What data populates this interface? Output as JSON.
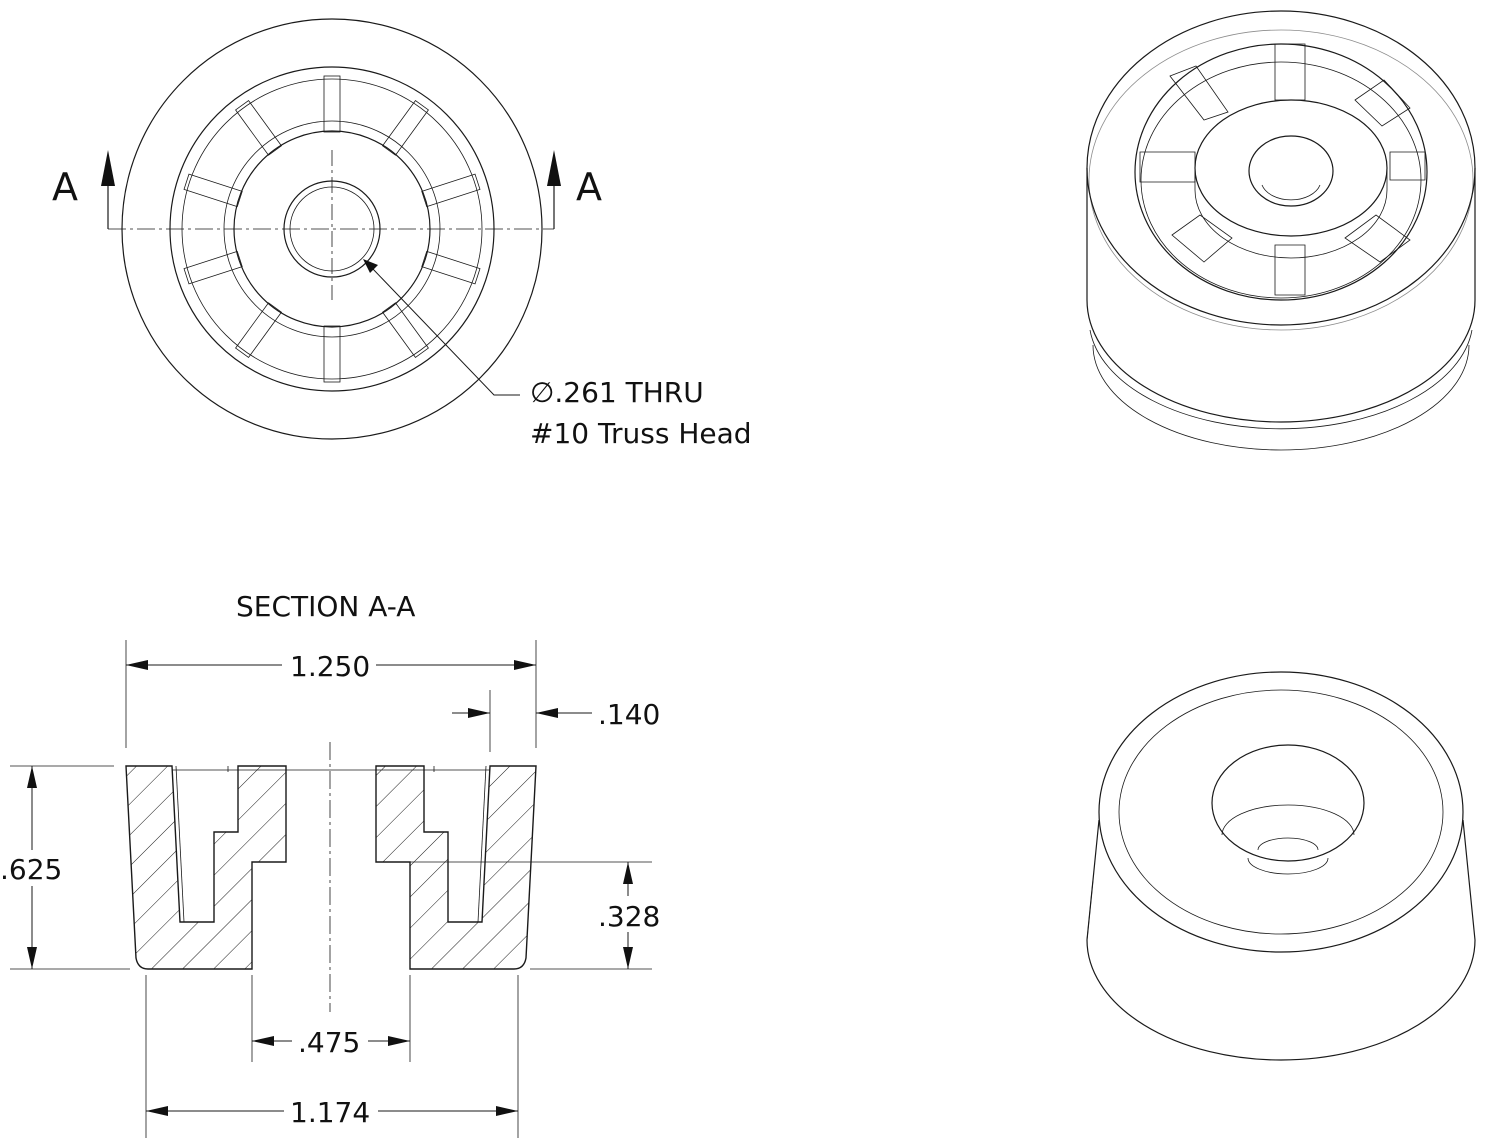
{
  "section_marker_left": "A",
  "section_marker_right": "A",
  "hole_callout": {
    "line1": "∅.261 THRU",
    "line2": "#10 Truss Head"
  },
  "section_title": "SECTION A-A",
  "dimensions": {
    "overall_width": "1.250",
    "wall_thickness": ".140",
    "height": ".625",
    "counterbore_depth": ".328",
    "counterbore_diameter": ".475",
    "base_diameter": "1.174"
  }
}
